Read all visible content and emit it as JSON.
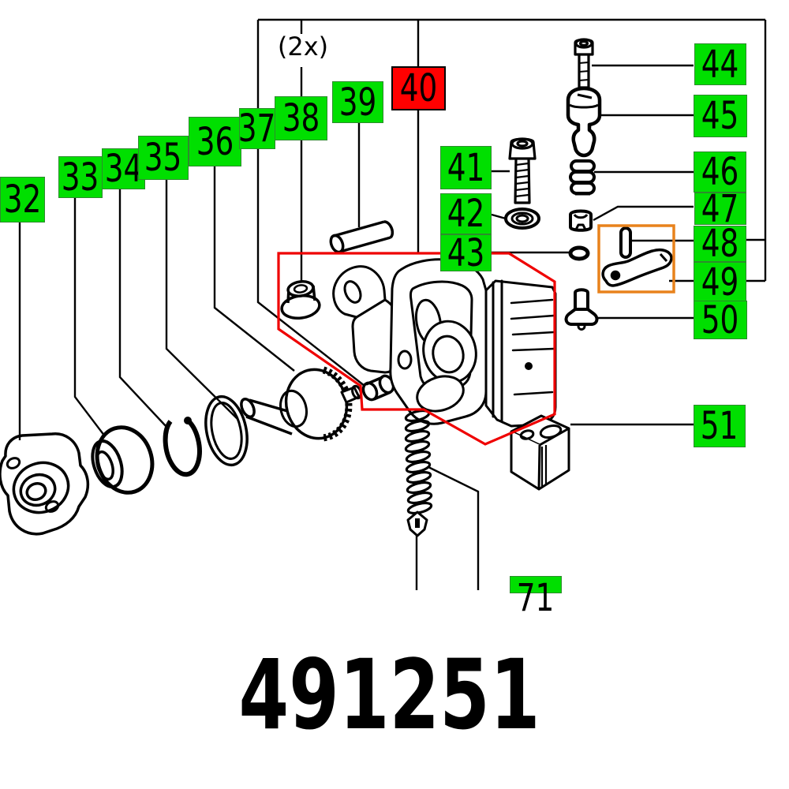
{
  "diagram": {
    "part_number": "491251",
    "quantity_note": "(2x)",
    "colors": {
      "label_green": "#00DF00",
      "label_red": "#FF0000",
      "highlight_box_orange": "#E8821C",
      "highlight_outline_red": "#EF0000",
      "line_black": "#000000"
    },
    "labels": {
      "l32": {
        "text": "32",
        "style": "green"
      },
      "l33": {
        "text": "33",
        "style": "green"
      },
      "l34": {
        "text": "34",
        "style": "green"
      },
      "l35": {
        "text": "35",
        "style": "green"
      },
      "l36": {
        "text": "36",
        "style": "green"
      },
      "l37": {
        "text": "37",
        "style": "green"
      },
      "l38": {
        "text": "38",
        "style": "green"
      },
      "l39": {
        "text": "39",
        "style": "green"
      },
      "l40": {
        "text": "40",
        "style": "red"
      },
      "l41": {
        "text": "41",
        "style": "green"
      },
      "l42": {
        "text": "42",
        "style": "green"
      },
      "l43": {
        "text": "43",
        "style": "green"
      },
      "l44": {
        "text": "44",
        "style": "green"
      },
      "l45": {
        "text": "45",
        "style": "green"
      },
      "l46": {
        "text": "46",
        "style": "green"
      },
      "l47": {
        "text": "47",
        "style": "green"
      },
      "l48": {
        "text": "48",
        "style": "green"
      },
      "l49": {
        "text": "49",
        "style": "green"
      },
      "l50": {
        "text": "50",
        "style": "green"
      },
      "l51": {
        "text": "51",
        "style": "green"
      },
      "l71": {
        "text": "71",
        "style": "green",
        "partial": true
      }
    }
  }
}
